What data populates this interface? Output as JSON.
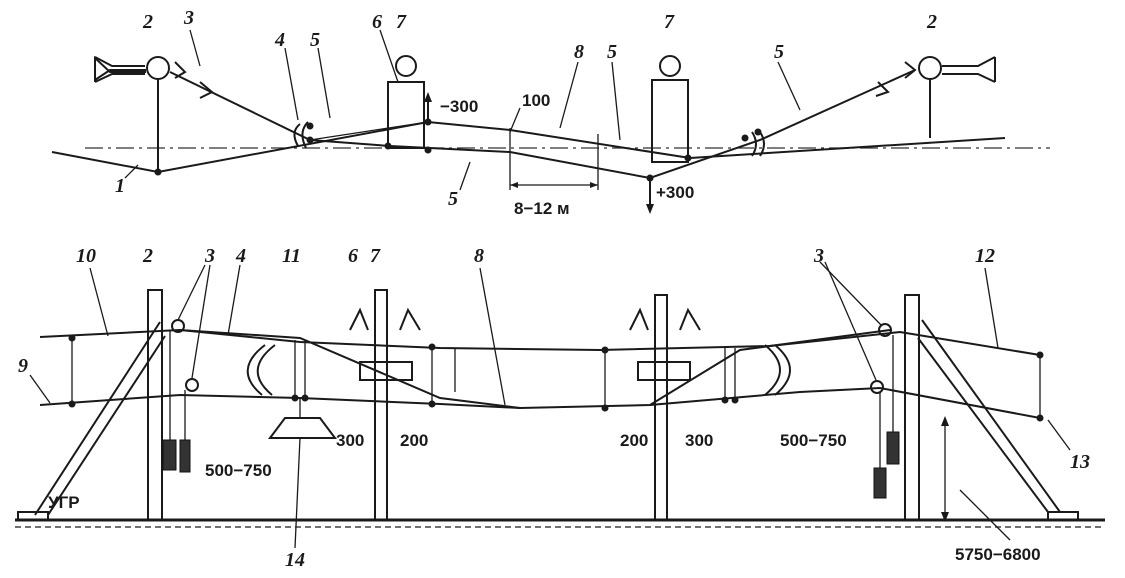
{
  "top_view": {
    "labels": {
      "n1": "1",
      "n2_left": "2",
      "n2_right": "2",
      "n3": "3",
      "n4": "4",
      "n5_a": "5",
      "n5_b": "5",
      "n5_c": "5",
      "n5_d": "5",
      "n6": "6",
      "n7_left": "7",
      "n7_right": "7",
      "n8": "8"
    },
    "dimensions": {
      "minus300": "−300",
      "plus300": "+300",
      "d100": "100",
      "span": "8−12 м"
    }
  },
  "side_view": {
    "labels": {
      "n2": "2",
      "n3_left": "3",
      "n3_right": "3",
      "n4": "4",
      "n6": "6",
      "n7": "7",
      "n8": "8",
      "n9": "9",
      "n10": "10",
      "n11": "11",
      "n12": "12",
      "n13": "13",
      "n14": "14"
    },
    "dimensions": {
      "d300_left": "300",
      "d200_left": "200",
      "d500_750_left": "500−750",
      "d200_right": "200",
      "d300_right": "300",
      "d500_750_right": "500−750",
      "height": "5750−6800"
    },
    "ground_label": "УГР"
  }
}
